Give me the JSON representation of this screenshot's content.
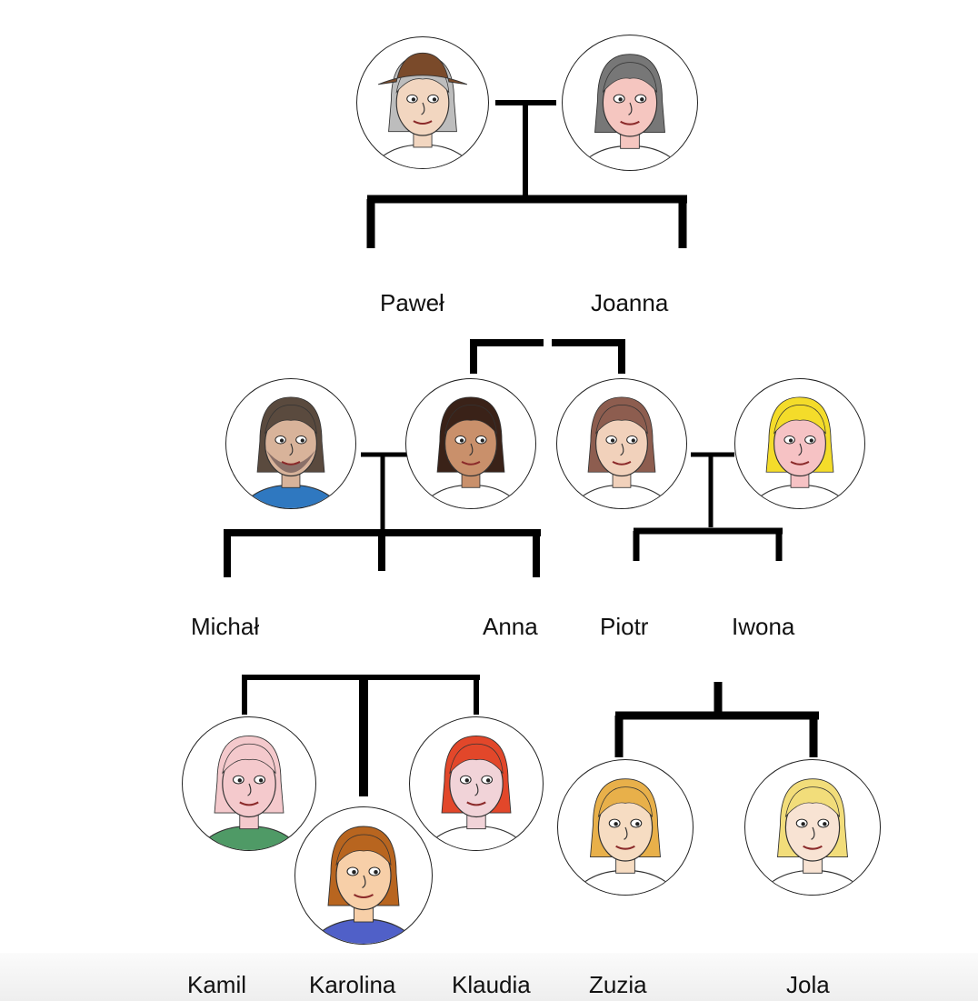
{
  "people": {
    "pawel": {
      "name": "Paweł",
      "skin": "#f2d6c0",
      "hair": "#bdbdbd",
      "shirt": "#ffffff",
      "hat": "#7a4a2a"
    },
    "joanna": {
      "name": "Joanna",
      "skin": "#f5c6c0",
      "hair": "#777777",
      "shirt": "#ffffff"
    },
    "michal": {
      "name": "Michał",
      "skin": "#d8b39a",
      "hair": "#5a4a3e",
      "shirt": "#2f78c0",
      "beard": "#8a7068"
    },
    "anna": {
      "name": "Anna",
      "skin": "#c9906b",
      "hair": "#3a2218",
      "shirt": "#ffffff"
    },
    "piotr": {
      "name": "Piotr",
      "skin": "#f1d1bb",
      "hair": "#8d5d4f",
      "shirt": "#ffffff"
    },
    "iwona": {
      "name": "Iwona",
      "skin": "#f6c2c4",
      "hair": "#f4dc2a",
      "shirt": "#ffffff"
    },
    "kamil": {
      "name": "Kamil",
      "skin": "#f4c9cc",
      "hair": "#f4c9cc",
      "shirt": "#4f9a66"
    },
    "karolina": {
      "name": "Karolina",
      "skin": "#f7cfa8",
      "hair": "#b8651f",
      "shirt": "#5060c8"
    },
    "klaudia": {
      "name": "Klaudia",
      "skin": "#f1d3d8",
      "hair": "#e2472a",
      "shirt": "#ffffff"
    },
    "zuzia": {
      "name": "Zuzia",
      "skin": "#f6dcc2",
      "hair": "#e8b04a",
      "shirt": "#ffffff"
    },
    "jola": {
      "name": "Jola",
      "skin": "#f8e3d3",
      "hair": "#f2dd7a",
      "shirt": "#ffffff"
    }
  },
  "line_color": "#000000"
}
